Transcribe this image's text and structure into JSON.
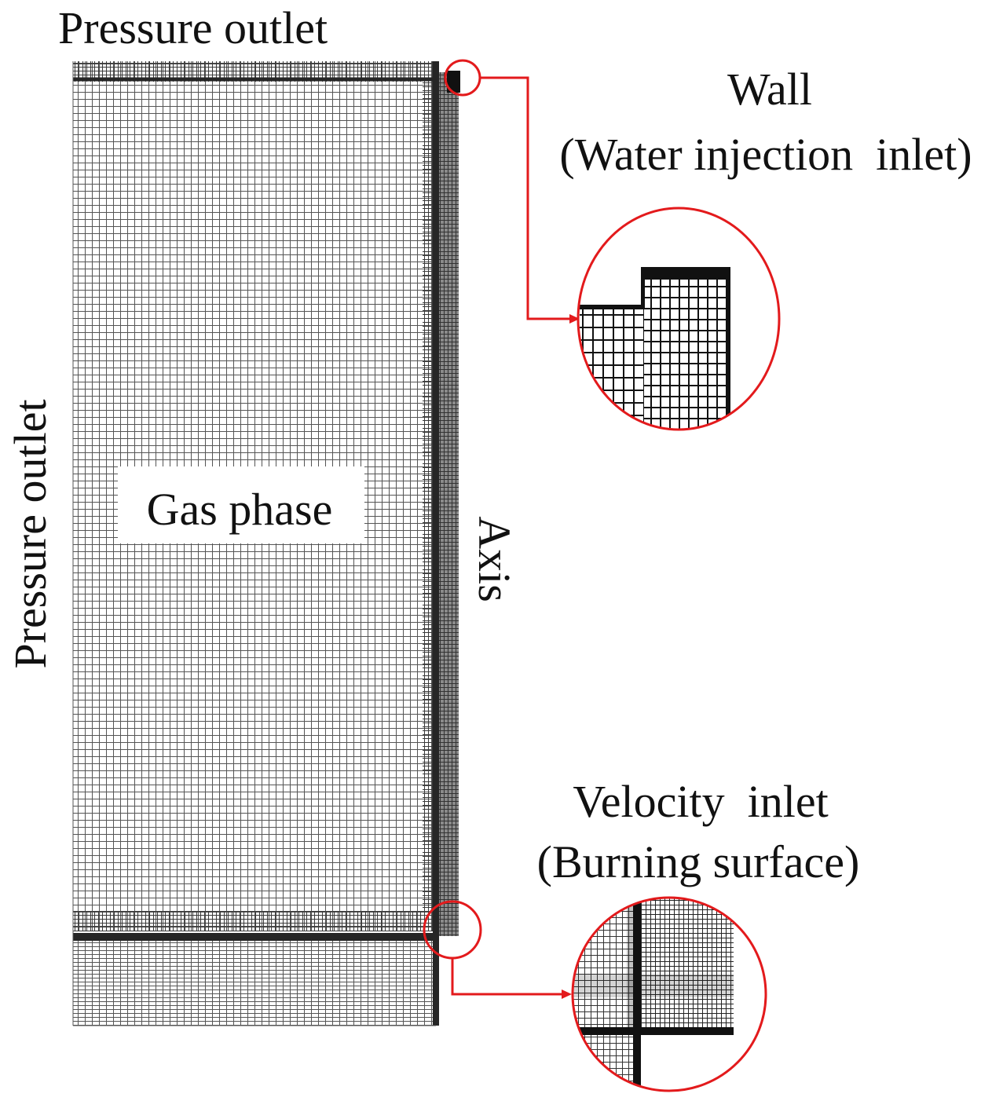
{
  "labels": {
    "top_outlet": "Pressure outlet",
    "left_outlet": "Pressure outlet",
    "gas_phase": "Gas phase",
    "axis": "Axis",
    "wall_line1": "Wall",
    "wall_line2": "(Water injection  inlet)",
    "velocity_line1": "Velocity  inlet",
    "velocity_line2": "(Burning surface)"
  },
  "colors": {
    "mesh": "#555555",
    "mesh_dense": "#2b2b2b",
    "boundary": "#262626",
    "highlight": "#e31a1c",
    "text": "#111111"
  }
}
